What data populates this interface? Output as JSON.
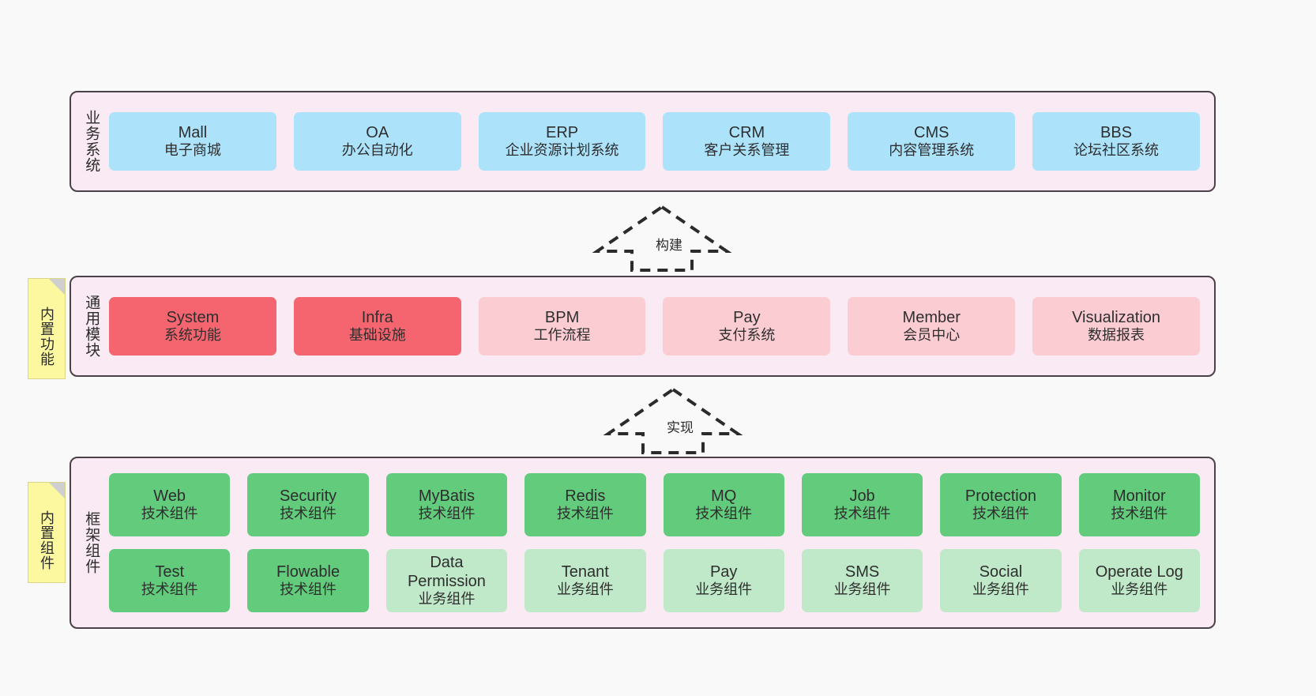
{
  "diagram": {
    "background_color": "#f9f9f9",
    "layer_border_color": "#4a4248",
    "layer_fill_color": "#f9eaf4"
  },
  "notes": [
    {
      "name": "builtin-functions",
      "label": "内置功能"
    },
    {
      "name": "builtin-components",
      "label": "内置组件"
    }
  ],
  "connectors": [
    {
      "name": "build",
      "label": "构建"
    },
    {
      "name": "implement",
      "label": "实现"
    }
  ],
  "layers": {
    "business": {
      "label": "业务系统",
      "color": "#ace3fb",
      "cards": [
        {
          "en": "Mall",
          "cn": "电子商城",
          "color": "#ace3fb"
        },
        {
          "en": "OA",
          "cn": "办公自动化",
          "color": "#ace3fb"
        },
        {
          "en": "ERP",
          "cn": "企业资源计划系统",
          "color": "#ace3fb"
        },
        {
          "en": "CRM",
          "cn": "客户关系管理",
          "color": "#ace3fb"
        },
        {
          "en": "CMS",
          "cn": "内容管理系统",
          "color": "#ace3fb"
        },
        {
          "en": "BBS",
          "cn": "论坛社区系统",
          "color": "#ace3fb"
        }
      ]
    },
    "common": {
      "label": "通用模块",
      "cards": [
        {
          "en": "System",
          "cn": "系统功能",
          "color": "#f4656f"
        },
        {
          "en": "Infra",
          "cn": "基础设施",
          "color": "#f4656f"
        },
        {
          "en": "BPM",
          "cn": "工作流程",
          "color": "#fbcdd3"
        },
        {
          "en": "Pay",
          "cn": "支付系统",
          "color": "#fbcdd3"
        },
        {
          "en": "Member",
          "cn": "会员中心",
          "color": "#fbcdd3"
        },
        {
          "en": "Visualization",
          "cn": "数据报表",
          "color": "#fbcdd3"
        }
      ]
    },
    "framework": {
      "label": "框架组件",
      "row1": [
        {
          "en": "Web",
          "cn": "技术组件",
          "color": "#62cb7c"
        },
        {
          "en": "Security",
          "cn": "技术组件",
          "color": "#62cb7c"
        },
        {
          "en": "MyBatis",
          "cn": "技术组件",
          "color": "#62cb7c"
        },
        {
          "en": "Redis",
          "cn": "技术组件",
          "color": "#62cb7c"
        },
        {
          "en": "MQ",
          "cn": "技术组件",
          "color": "#62cb7c"
        },
        {
          "en": "Job",
          "cn": "技术组件",
          "color": "#62cb7c"
        },
        {
          "en": "Protection",
          "cn": "技术组件",
          "color": "#62cb7c"
        },
        {
          "en": "Monitor",
          "cn": "技术组件",
          "color": "#62cb7c"
        }
      ],
      "row2": [
        {
          "en": "Test",
          "cn": "技术组件",
          "color": "#62cb7c"
        },
        {
          "en": "Flowable",
          "cn": "技术组件",
          "color": "#62cb7c"
        },
        {
          "en": "Data Permission",
          "cn": "业务组件",
          "color": "#bfe9c8"
        },
        {
          "en": "Tenant",
          "cn": "业务组件",
          "color": "#bfe9c8"
        },
        {
          "en": "Pay",
          "cn": "业务组件",
          "color": "#bfe9c8"
        },
        {
          "en": "SMS",
          "cn": "业务组件",
          "color": "#bfe9c8"
        },
        {
          "en": "Social",
          "cn": "业务组件",
          "color": "#bfe9c8"
        },
        {
          "en": "Operate Log",
          "cn": "业务组件",
          "color": "#bfe9c8"
        }
      ]
    }
  }
}
